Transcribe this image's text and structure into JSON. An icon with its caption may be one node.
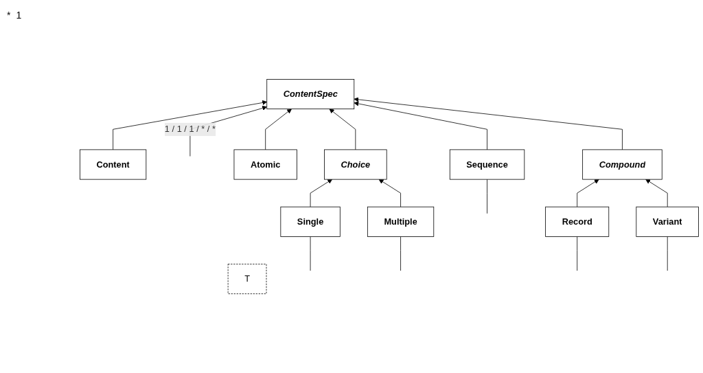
{
  "diagram": {
    "nodes": [
      {
        "text": [
          "Content"
        ]
      },
      {
        "text": [
          "ContentSpec"
        ]
      },
      {
        "text": [
          "Atomic"
        ]
      },
      {
        "text": [
          "Choice"
        ]
      },
      {
        "text": [
          "Sequence"
        ]
      },
      {
        "text": [
          "Compound"
        ]
      },
      {
        "text": [
          "Single"
        ]
      },
      {
        "text": [
          "Multiple"
        ]
      },
      {
        "text": [
          "Record"
        ]
      },
      {
        "text": [
          "Variant"
        ]
      },
      {
        "text": [
          "T"
        ]
      }
    ],
    "edges": [
      {
        "from": 0,
        "to": 1,
        "arrow": "to"
      },
      {
        "from": null,
        "to": 1,
        "arrow": "to",
        "label": "1 / 1 / 1 / * / *"
      },
      {
        "from": 2,
        "to": 1,
        "arrow": "to"
      },
      {
        "from": 3,
        "to": 1,
        "arrow": "to"
      },
      {
        "from": 4,
        "to": 1,
        "arrow": "to"
      },
      {
        "from": 5,
        "to": 1,
        "arrow": "to"
      },
      {
        "from": 6,
        "to": 3,
        "arrow": "to"
      },
      {
        "from": 7,
        "to": 3,
        "arrow": "to"
      },
      {
        "from": 8,
        "to": 5,
        "arrow": "to"
      },
      {
        "from": 9,
        "to": 5,
        "arrow": "to"
      },
      {
        "from": 6,
        "to": null,
        "arrow": "none"
      },
      {
        "from": 7,
        "to": null,
        "arrow": "none"
      },
      {
        "from": 4,
        "to": null,
        "arrow": "none"
      },
      {
        "from": 8,
        "to": null,
        "arrow": "other"
      },
      {
        "from": 9,
        "to": null,
        "arrow": "other"
      }
    ],
    "labels": [
      "*",
      "1"
    ]
  }
}
